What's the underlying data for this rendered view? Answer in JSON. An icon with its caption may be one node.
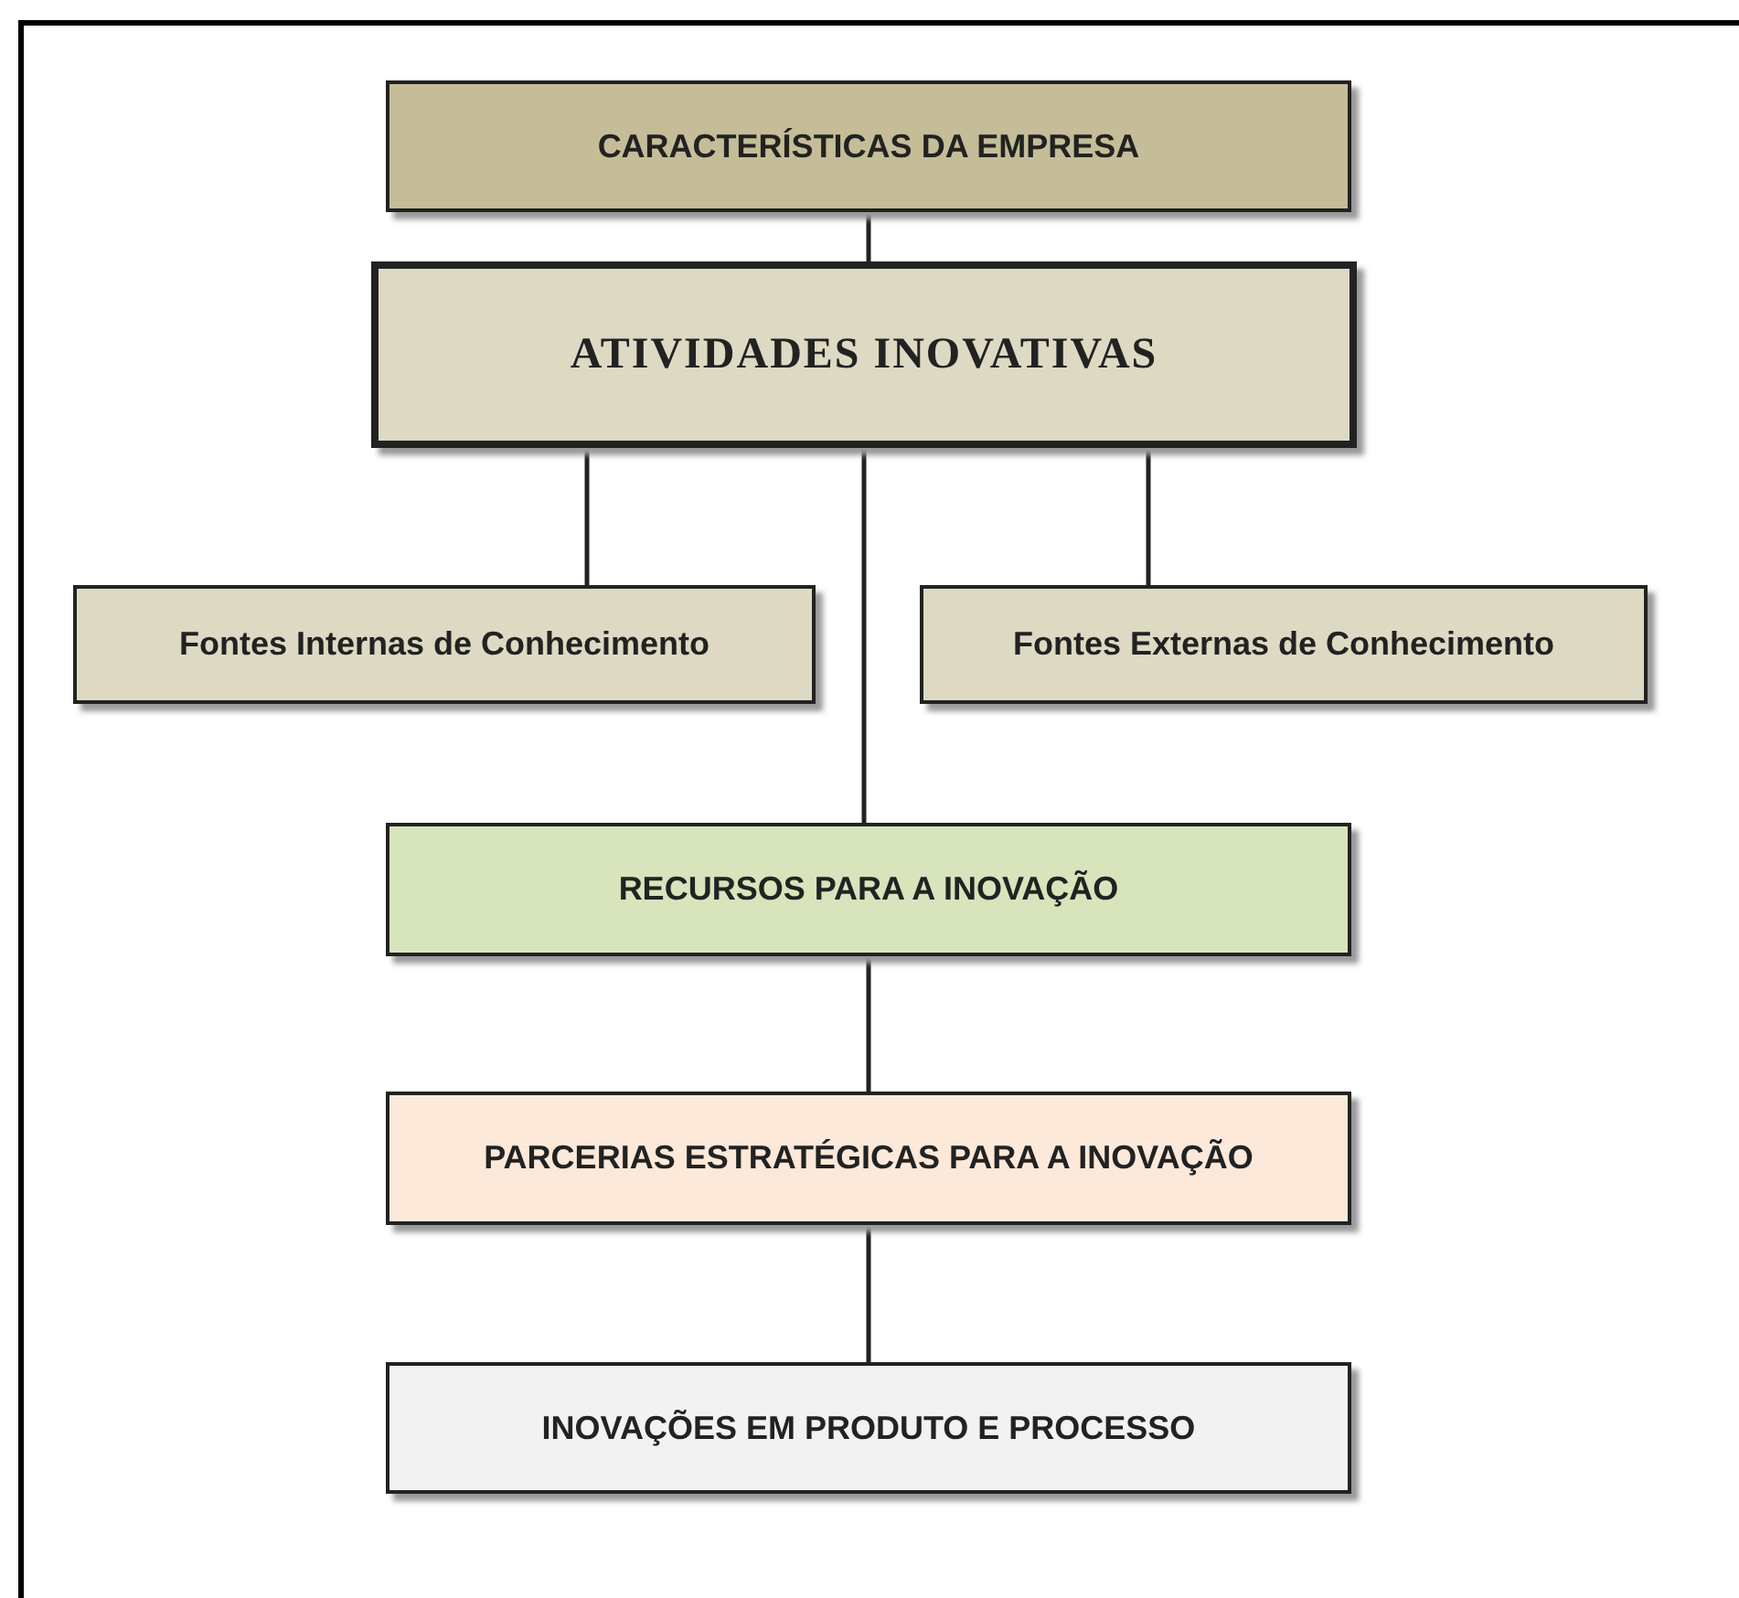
{
  "diagram": {
    "nodes": [
      {
        "text": [
          "CARACTERÍSTICAS DA EMPRESA"
        ]
      },
      {
        "text": [
          "ATIVIDADES INOVATIVAS"
        ]
      },
      {
        "text": [
          "Fontes Internas de Conhecimento"
        ]
      },
      {
        "text": [
          "Fontes Externas de Conhecimento"
        ]
      },
      {
        "text": [
          "RECURSOS PARA A INOVAÇÃO"
        ]
      },
      {
        "text": [
          "PARCERIAS ESTRATÉGICAS PARA A INOVAÇÃO"
        ]
      },
      {
        "text": [
          "INOVAÇÕES EM PRODUTO E PROCESSO"
        ]
      }
    ],
    "edges": [
      {
        "from": 0,
        "to": 1,
        "arrow": "none"
      },
      {
        "from": 1,
        "to": 2,
        "arrow": "none"
      },
      {
        "from": 1,
        "to": 3,
        "arrow": "none"
      },
      {
        "from": 1,
        "to": 4,
        "arrow": "none"
      },
      {
        "from": 4,
        "to": 5,
        "arrow": "none"
      },
      {
        "from": 5,
        "to": 6,
        "arrow": "none"
      }
    ]
  }
}
